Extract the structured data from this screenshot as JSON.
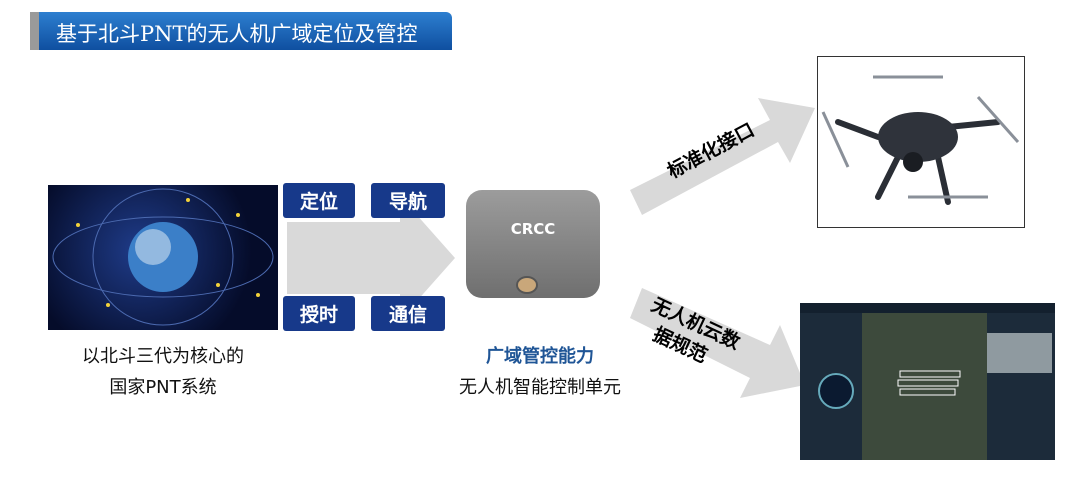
{
  "title": "基于北斗PNT的无人机广域定位及管控",
  "pnt": {
    "line1": "以北斗三代为核心的",
    "line2": "国家PNT系统"
  },
  "capabilities": [
    "定位",
    "导航",
    "授时",
    "通信"
  ],
  "device": {
    "label": "CRCC",
    "title": "广域管控能力",
    "subtitle": "无人机智能控制单元"
  },
  "arrows": {
    "upper": "标准化接口",
    "lower_line1": "无人机云数",
    "lower_line2": "据规范"
  },
  "colors": {
    "title_blue": "#1f66b8",
    "button_blue": "#17398a",
    "arrow_gray": "#d9d9d9"
  }
}
